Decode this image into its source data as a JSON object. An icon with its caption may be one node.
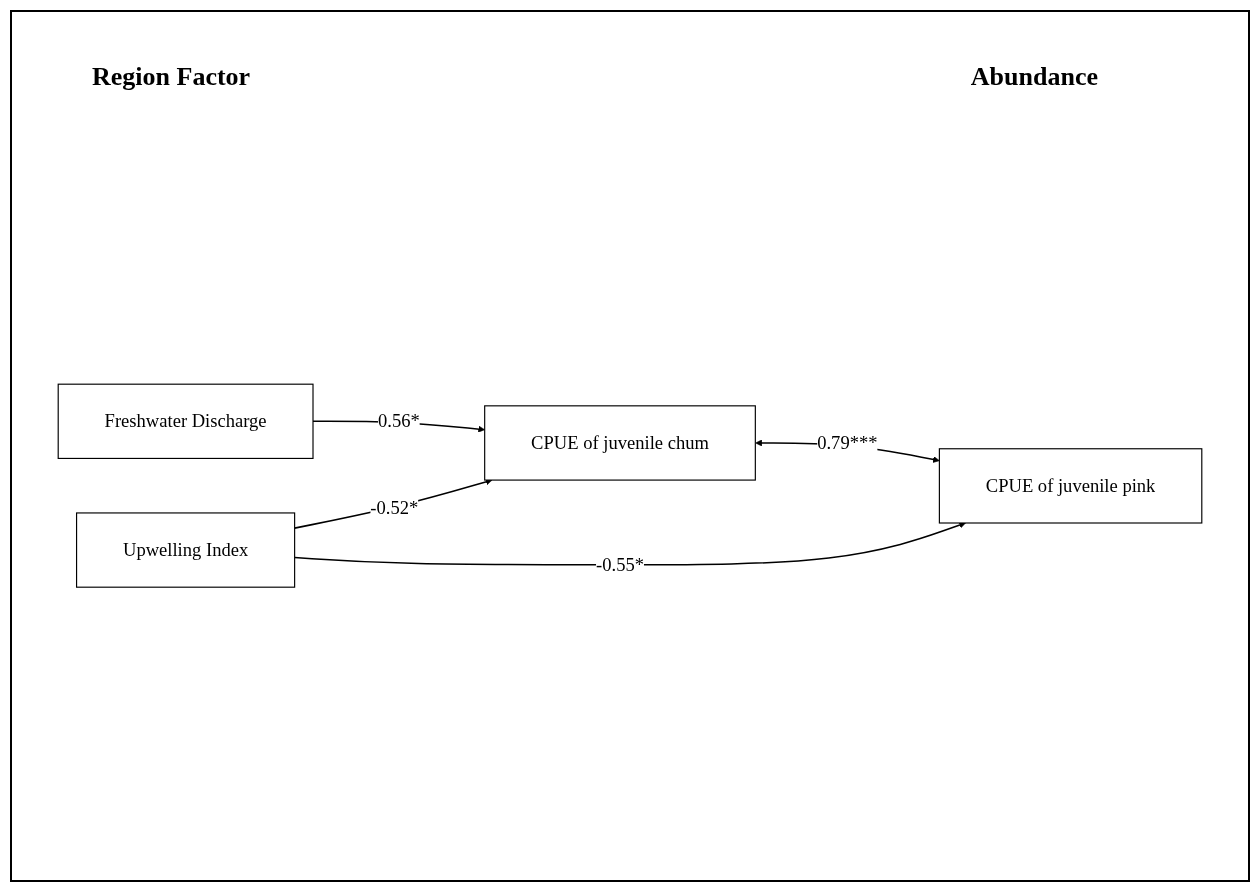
{
  "diagram": {
    "nodes": [
      {
        "text": [
          "Freshwater Discharge"
        ]
      },
      {
        "text": [
          "Upwelling Index"
        ]
      },
      {
        "text": [
          "CPUE of juvenile chum"
        ]
      },
      {
        "text": [
          "CPUE of juvenile pink"
        ]
      }
    ],
    "edges": [
      {
        "from": 0,
        "to": 2,
        "arrow": "to",
        "label": "0.56*"
      },
      {
        "from": 1,
        "to": 2,
        "arrow": "to",
        "label": "-0.52*"
      },
      {
        "from": 1,
        "to": 3,
        "arrow": "to",
        "label": "-0.55*"
      },
      {
        "from": 2,
        "to": 3,
        "arrow": "both",
        "label": "0.79***"
      }
    ],
    "labels": [
      "Region Factor",
      "Abundance"
    ]
  }
}
